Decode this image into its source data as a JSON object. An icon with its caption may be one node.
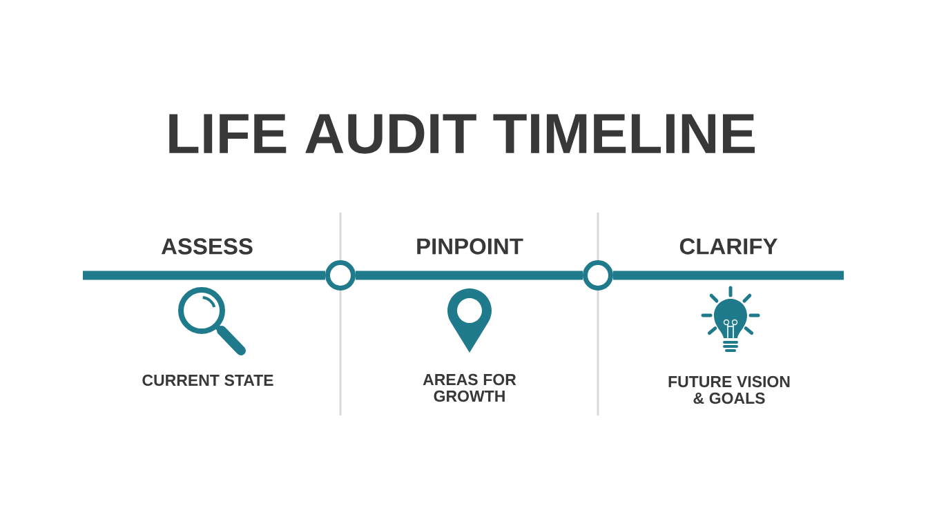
{
  "diagram": {
    "title": "LIFE AUDIT TIMELINE",
    "nodes": [
      {
        "text": [],
        "shape": "circle"
      },
      {
        "text": [],
        "shape": "circle"
      }
    ],
    "edges": [
      {
        "from": null,
        "to": 0,
        "arrow": "none"
      },
      {
        "from": 0,
        "to": 1,
        "arrow": "none"
      },
      {
        "from": 1,
        "to": null,
        "arrow": "none"
      }
    ],
    "labels": [
      "ASSESS",
      "PINPOINT",
      "CLARIFY",
      "CURRENT STATE",
      "AREAS FOR GROWTH",
      "FUTURE VISION & GOALS"
    ]
  }
}
